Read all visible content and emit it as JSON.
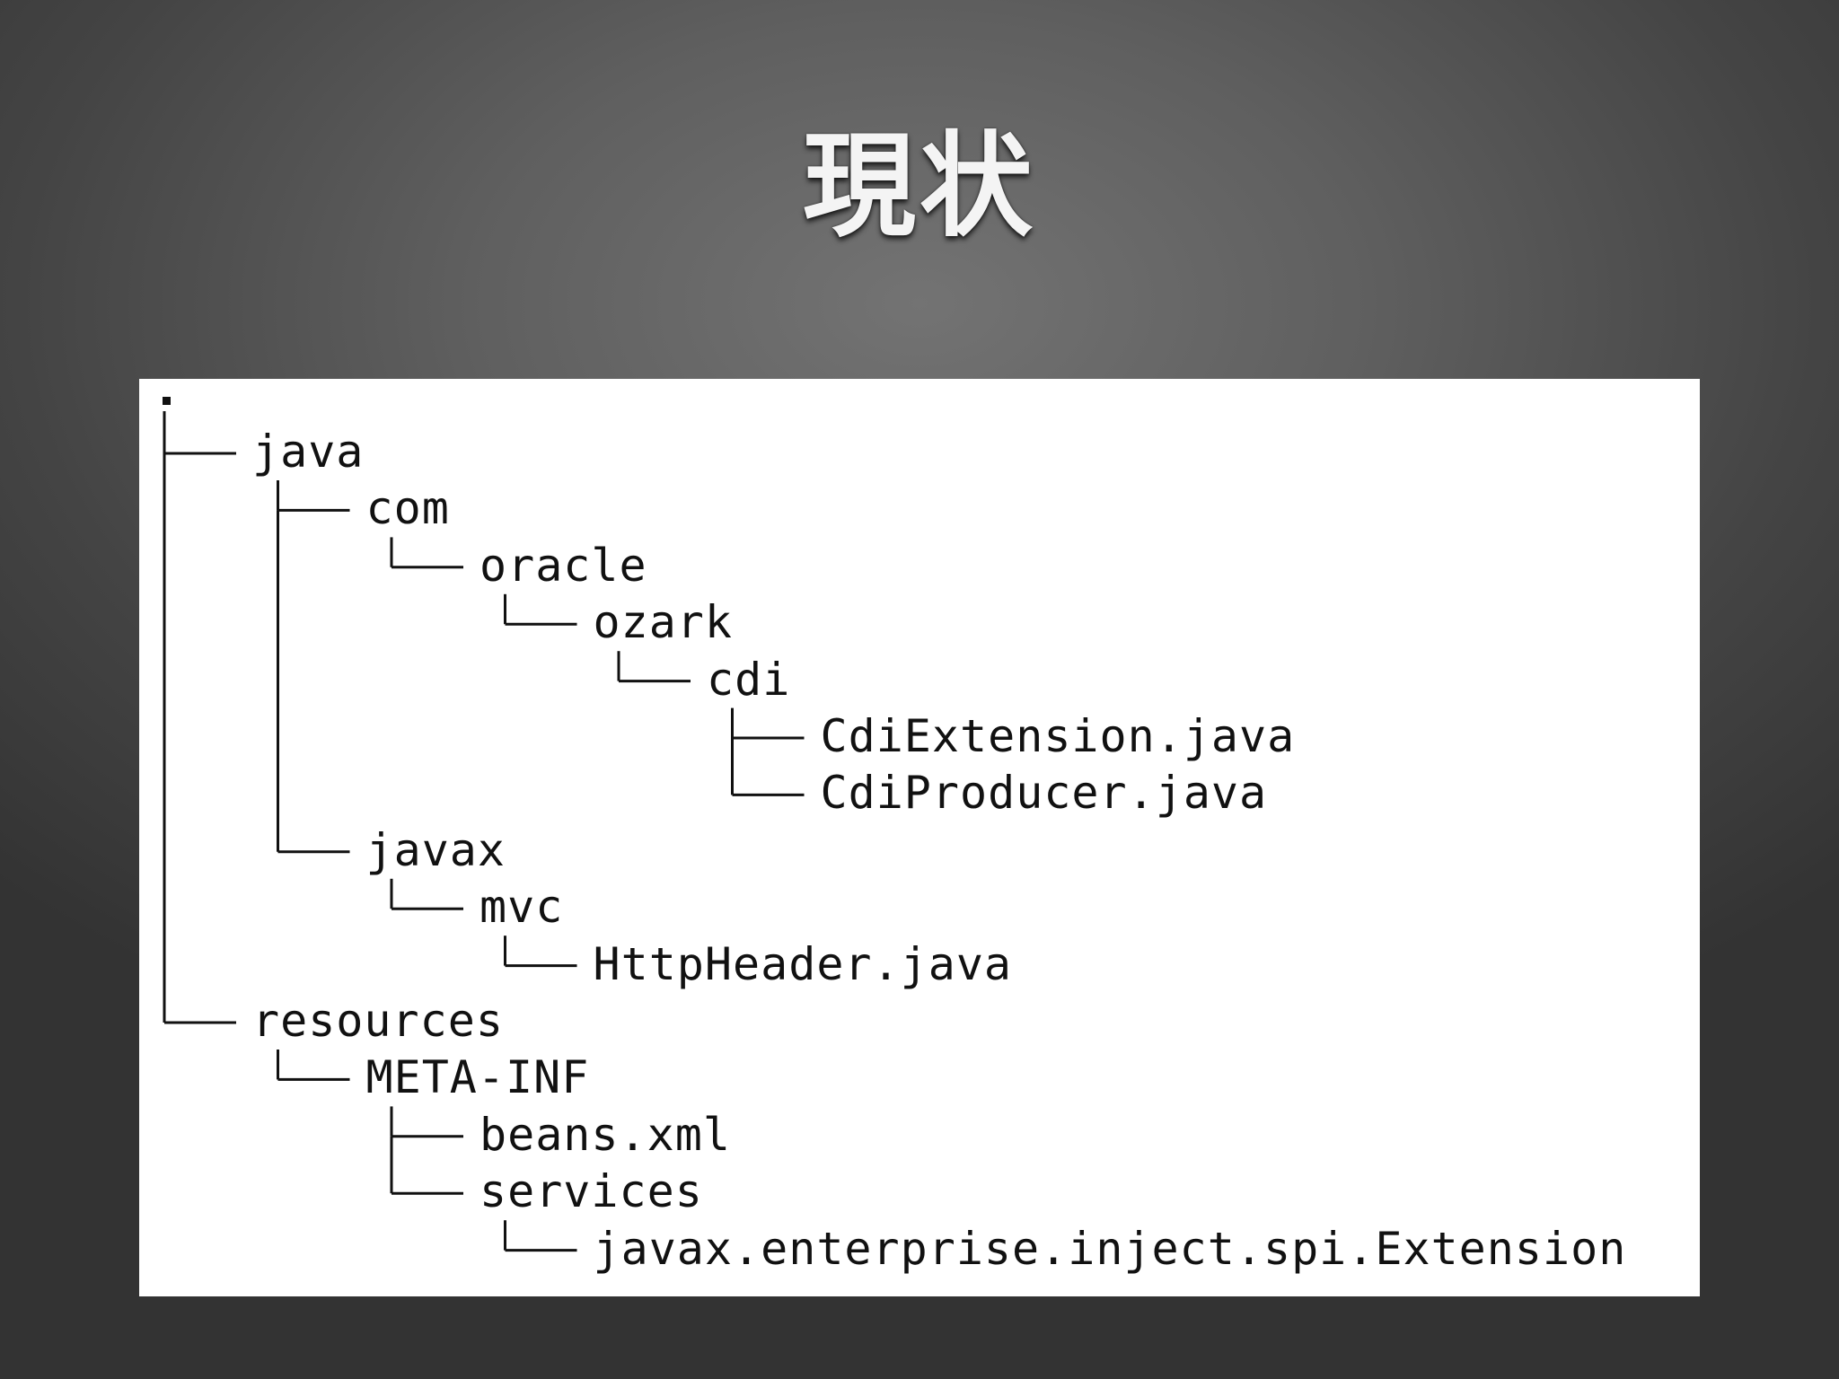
{
  "slide": {
    "title": "現状"
  },
  "tree": {
    "root_label": ".",
    "nodes": [
      {
        "label": "java",
        "depth": 0
      },
      {
        "label": "com",
        "depth": 1
      },
      {
        "label": "oracle",
        "depth": 2
      },
      {
        "label": "ozark",
        "depth": 3
      },
      {
        "label": "cdi",
        "depth": 4
      },
      {
        "label": "CdiExtension.java",
        "depth": 5
      },
      {
        "label": "CdiProducer.java",
        "depth": 5
      },
      {
        "label": "javax",
        "depth": 1
      },
      {
        "label": "mvc",
        "depth": 2
      },
      {
        "label": "HttpHeader.java",
        "depth": 3
      },
      {
        "label": "resources",
        "depth": 0
      },
      {
        "label": "META-INF",
        "depth": 1
      },
      {
        "label": "beans.xml",
        "depth": 2
      },
      {
        "label": "services",
        "depth": 2
      },
      {
        "label": "javax.enterprise.inject.spi.Extension",
        "depth": 3
      }
    ]
  },
  "colors": {
    "text": "#111111",
    "panel": "#ffffff",
    "title": "#f4f4f4"
  }
}
